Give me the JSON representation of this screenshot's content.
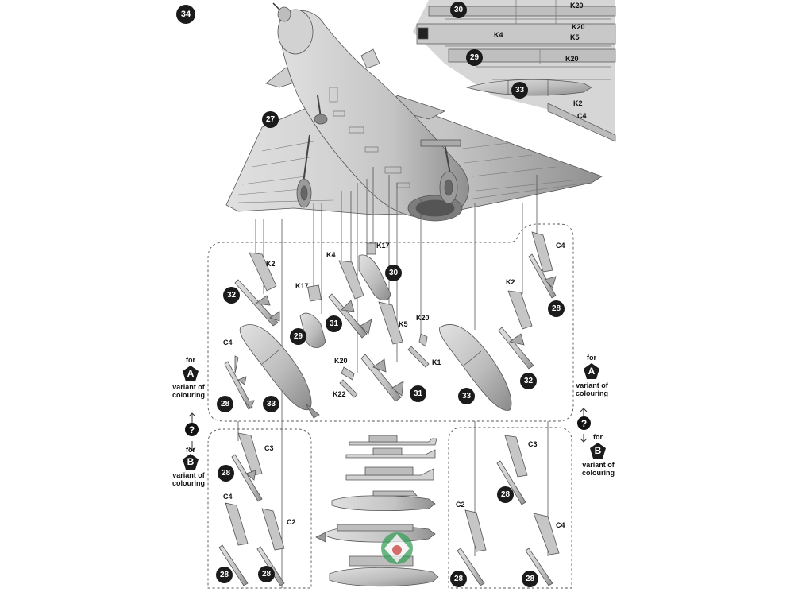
{
  "page": {
    "number": "34"
  },
  "parts": {
    "p27": "27",
    "p28": "28",
    "p29": "29",
    "p30": "30",
    "p31": "31",
    "p32": "32",
    "p33": "33"
  },
  "codes": {
    "K1": "K1",
    "K2": "K2",
    "K4": "K4",
    "K5": "K5",
    "K17": "K17",
    "K20": "K20",
    "K22": "K22",
    "C2": "C2",
    "C3": "C3",
    "C4": "C4"
  },
  "variants": {
    "a": {
      "for": "for",
      "letter": "A",
      "caption_line1": "variant of",
      "caption_line2": "colouring"
    },
    "b": {
      "for": "for",
      "letter": "B",
      "caption_line1": "variant of",
      "caption_line2": "colouring"
    },
    "question": "?"
  },
  "colors": {
    "ink": "#1b1b1b",
    "metal": "#c9c9c9",
    "metal_dark": "#9a9a9a",
    "line": "#555555"
  }
}
